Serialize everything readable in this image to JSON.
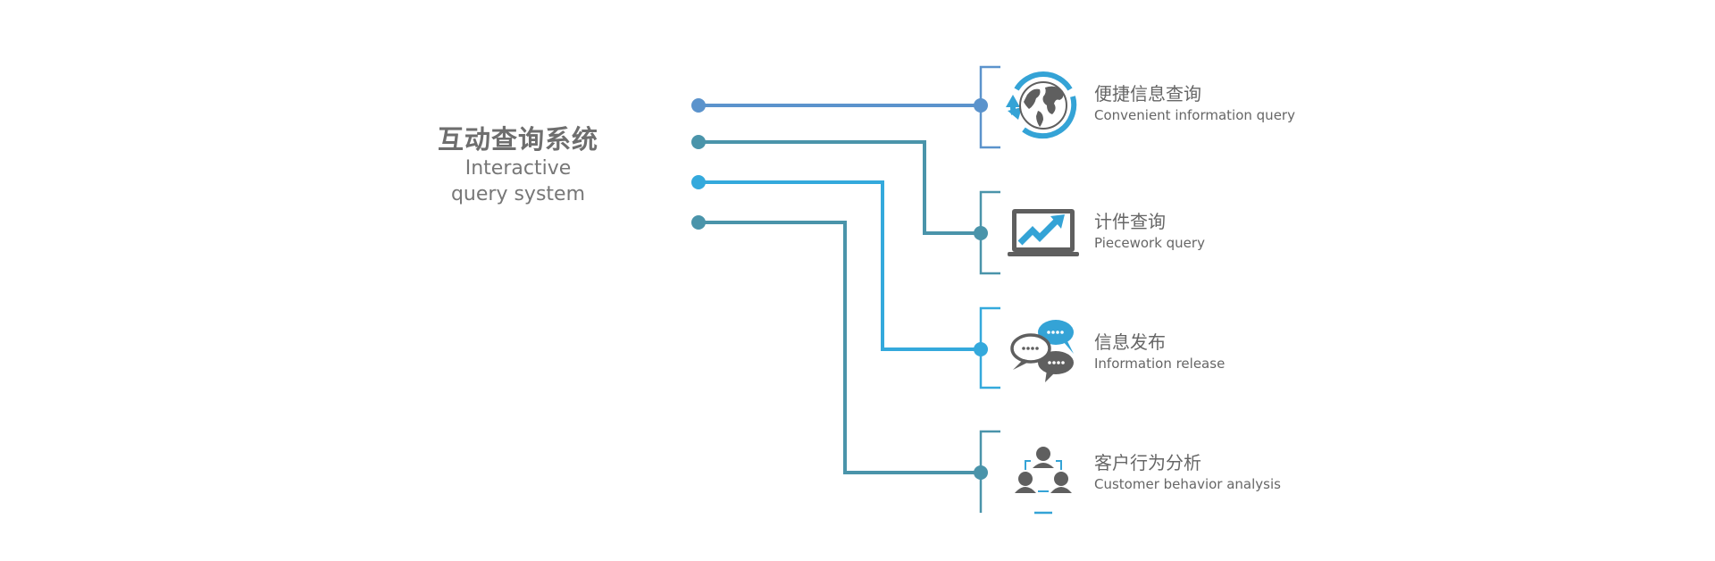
{
  "title": {
    "zh": "互动查询系统",
    "en_line1": "Interactive",
    "en_line2": "query system"
  },
  "colors": {
    "line1": "#5b93cc",
    "line2": "#4a94aa",
    "line3": "#34a9dc",
    "line4": "#4a94aa",
    "icon_blue": "#34a3d6",
    "icon_gray": "#5f5f5f"
  },
  "items": [
    {
      "zh": "便捷信息查询",
      "en": "Convenient information query",
      "icon": "globe-refresh-icon"
    },
    {
      "zh": "计件查询",
      "en": "Piecework query",
      "icon": "laptop-chart-icon"
    },
    {
      "zh": "信息发布",
      "en": "Information release",
      "icon": "chat-bubbles-icon"
    },
    {
      "zh": "客户行为分析",
      "en": "Customer behavior analysis",
      "icon": "users-network-icon"
    }
  ]
}
